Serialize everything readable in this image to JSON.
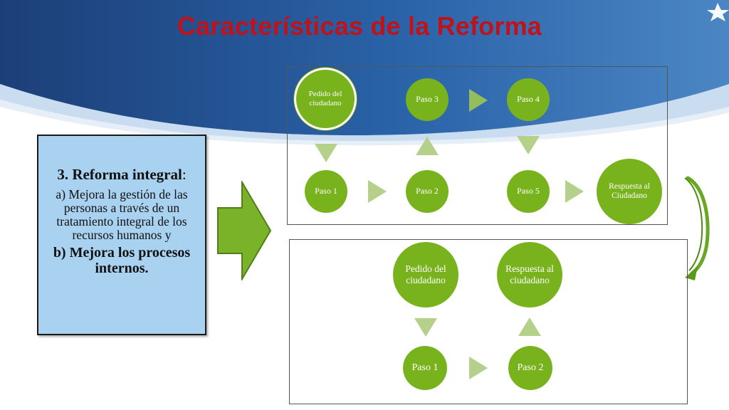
{
  "title": "Características de la Reforma",
  "textbox": {
    "heading_bold": "3. Reforma integral",
    "heading_tail": ":",
    "item_a": "a) Mejora la gestión de las personas a través de un tratamiento integral de los recursos humanos y",
    "item_b": "b) Mejora los procesos internos."
  },
  "flow_top": {
    "pedido": "Pedido del ciudadano",
    "paso1": "Paso 1",
    "paso2": "Paso 2",
    "paso3": "Paso 3",
    "paso4": "Paso 4",
    "paso5": "Paso 5",
    "respuesta": "Respuesta al Ciudadano"
  },
  "flow_bottom": {
    "pedido": "Pedido del ciudadano",
    "respuesta": "Respuesta al ciudadano",
    "paso1": "Paso 1",
    "paso2": "Paso 2"
  },
  "colors": {
    "title": "#c0121b",
    "node_green": "#78b31e",
    "connector": "#b5d08a",
    "textbox_fill": "#a9d1f0",
    "big_arrow": "#7ab32a",
    "banner_blue": "#1e4f8f"
  }
}
